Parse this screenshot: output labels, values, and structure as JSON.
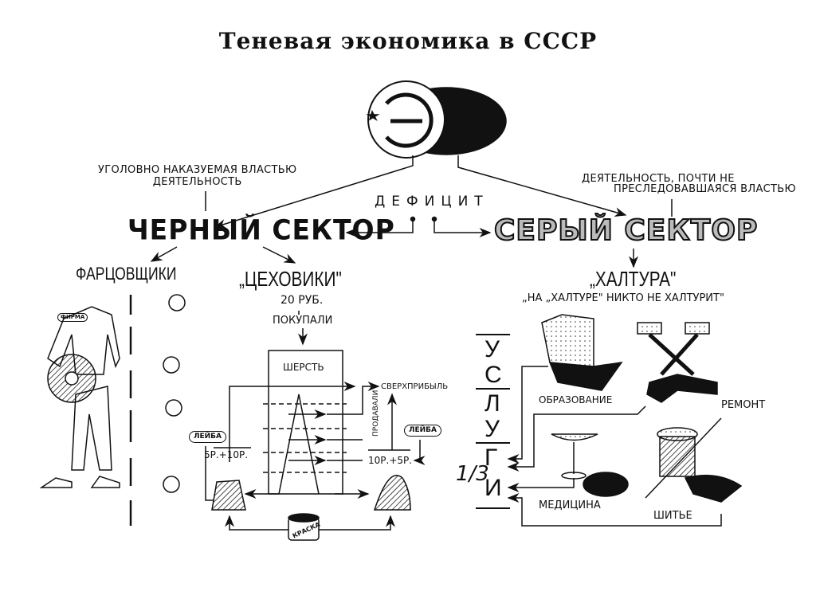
{
  "title": "Теневая экономика в СССР",
  "emblem": {
    "icon": "ruble-coin-icon"
  },
  "deficit": "ДЕФИЦИТ",
  "black_sector": {
    "label": "ЧЕРНЫЙ СЕКТОР",
    "note_line1": "УГОЛОВНО НАКАЗУЕМАЯ ВЛАСТЬЮ",
    "note_line2": "ДЕЯТЕЛЬНОСТЬ",
    "fartsovshchiki": {
      "label": "ФАРЦОВЩИКИ",
      "jacket_label": "ФИРМА",
      "items": [
        "jacket-icon",
        "vinyl-record-icon",
        "jeans-icon",
        "sneakers-icon"
      ],
      "money_icon": "dollar-exchange-icon"
    },
    "tsekhoviki": {
      "label": "„ЦЕХОВИКИ\"",
      "price": "20 РУБ.",
      "bought": "ПОКУПАЛИ",
      "material": "ШЕРСТЬ",
      "superprofit": "СВЕРХПРИБЫЛЬ",
      "sold": "ПРОДАВАЛИ",
      "label_tag": "ЛЕЙБА",
      "left_price": "5Р.+10Р.",
      "right_price": "10Р.+5Р.",
      "paint": "КРАСКА"
    }
  },
  "gray_sector": {
    "label": "СЕРЫЙ СЕКТОР",
    "note_line1": "ДЕЯТЕЛЬНОСТЬ, ПОЧТИ НЕ",
    "note_line2": "ПРЕСЛЕДОВАВШАЯСЯ ВЛАСТЬЮ",
    "khaltura": "„ХАЛТУРА\"",
    "khaltura_quote": "„НА „ХАЛТУРЕ\" НИКТО НЕ ХАЛТУРИТ\"",
    "services_letters": [
      "У",
      "С",
      "Л",
      "У",
      "Г",
      "И"
    ],
    "fraction": "1/3",
    "categories": [
      "ОБРАЗОВАНИЕ",
      "РЕМОНТ",
      "МЕДИЦИНА",
      "ШИТЬЕ"
    ]
  }
}
